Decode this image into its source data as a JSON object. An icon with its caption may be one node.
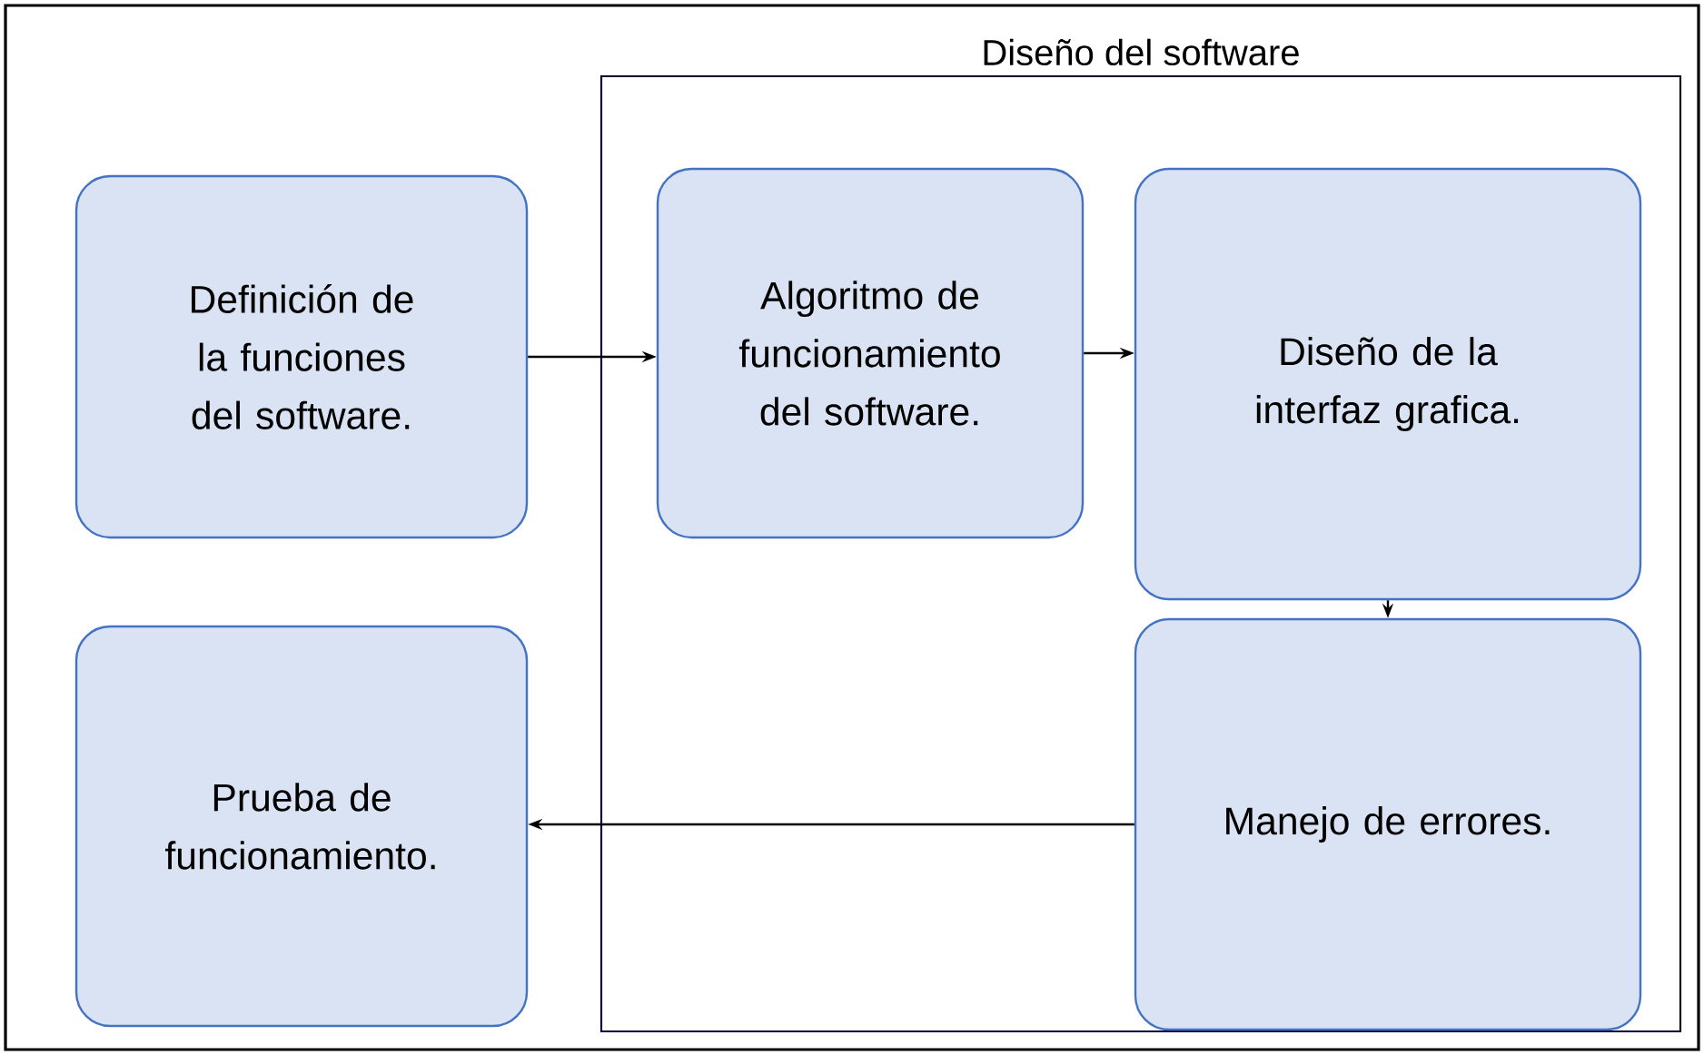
{
  "diagram": {
    "nodes": [
      {
        "text": [
          "Definición de la funciones del software."
        ]
      },
      {
        "text": [
          "Diseño del software"
        ]
      },
      {
        "text": [
          "Algoritmo de funcionamiento del software."
        ],
        "in": 1
      },
      {
        "text": [
          "Diseño de la interfaz grafica."
        ],
        "in": 1
      },
      {
        "text": [
          "Manejo de errores."
        ],
        "in": 1
      },
      {
        "text": [
          "Prueba de funcionamiento."
        ]
      }
    ],
    "edges": [
      {
        "from": 0,
        "to": 2,
        "arrow": "to"
      },
      {
        "from": 2,
        "to": 3,
        "arrow": "to"
      },
      {
        "from": 3,
        "to": 4,
        "arrow": "to"
      },
      {
        "from": 4,
        "to": 5,
        "arrow": "to"
      }
    ]
  }
}
